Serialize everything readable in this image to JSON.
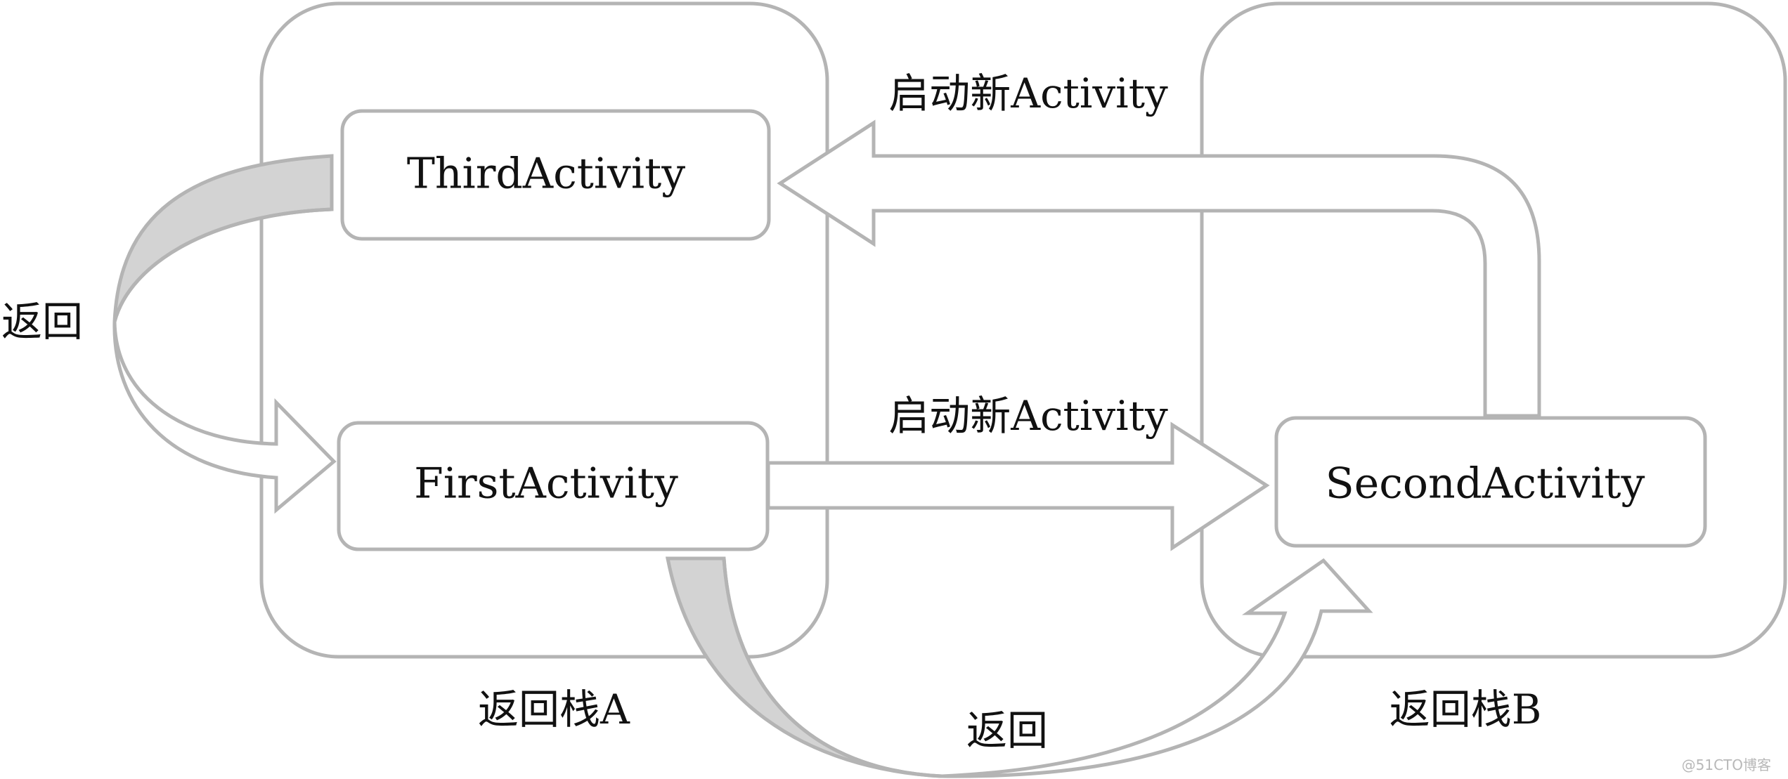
{
  "stacks": {
    "a": {
      "label": "返回栈A"
    },
    "b": {
      "label": "返回栈B"
    }
  },
  "activities": {
    "third": {
      "label": "ThirdActivity"
    },
    "first": {
      "label": "FirstActivity"
    },
    "second": {
      "label": "SecondActivity"
    }
  },
  "arrows": {
    "start_top": {
      "label": "启动新Activity"
    },
    "start_middle": {
      "label": "启动新Activity"
    },
    "back_left": {
      "label": "返回"
    },
    "back_bottom": {
      "label": "返回"
    }
  },
  "watermark": {
    "text": "@51CTO博客"
  },
  "colors": {
    "border": "#b4b4b4",
    "shade": "#d3d3d3",
    "text": "#111111"
  }
}
